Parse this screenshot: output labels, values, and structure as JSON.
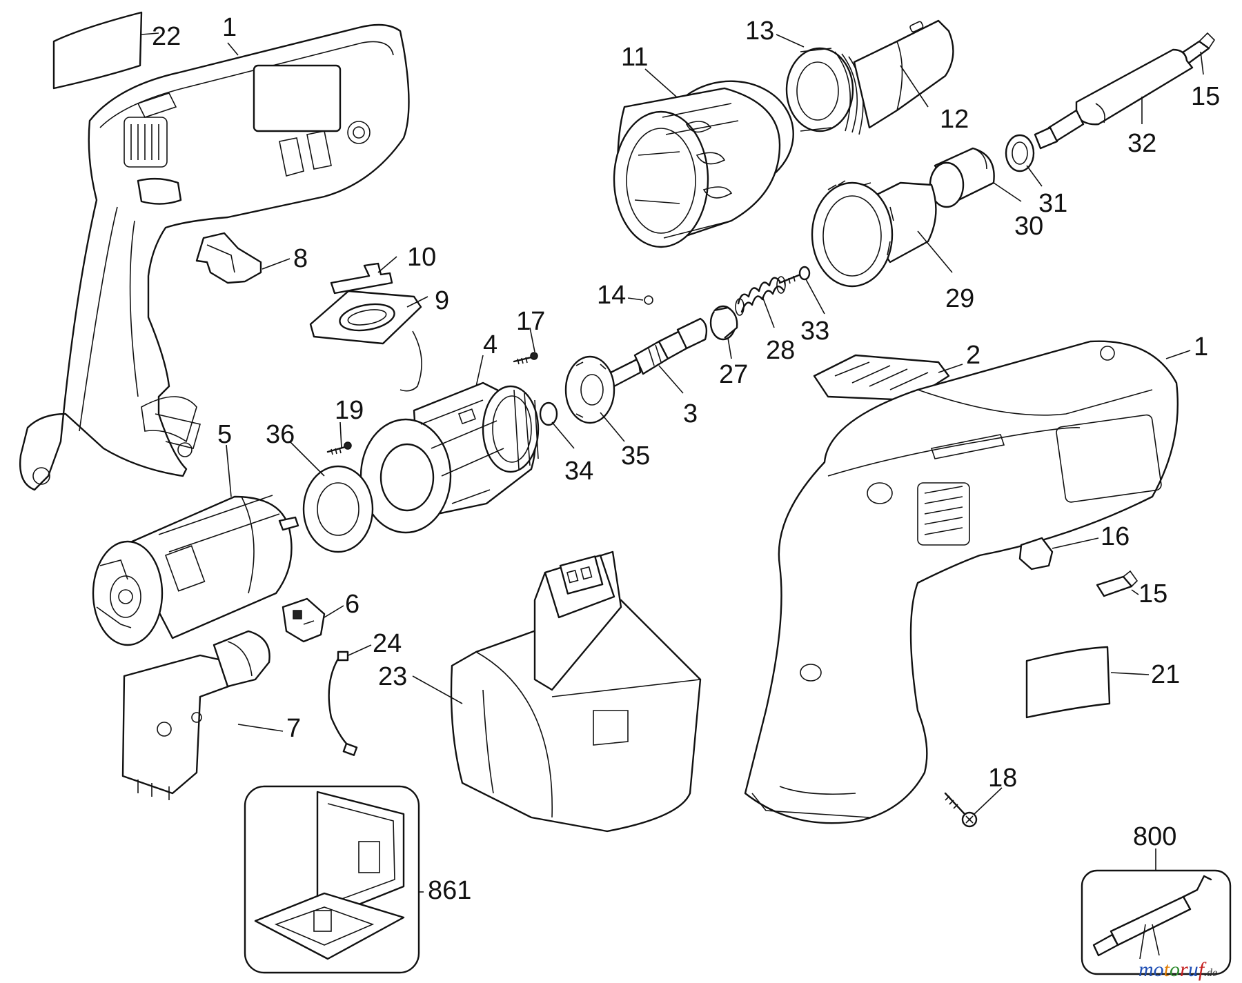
{
  "labels": [
    {
      "id": "22",
      "text": "22"
    },
    {
      "id": "1a",
      "text": "1"
    },
    {
      "id": "13",
      "text": "13"
    },
    {
      "id": "11",
      "text": "11"
    },
    {
      "id": "12",
      "text": "12"
    },
    {
      "id": "15a",
      "text": "15"
    },
    {
      "id": "32",
      "text": "32"
    },
    {
      "id": "31",
      "text": "31"
    },
    {
      "id": "30",
      "text": "30"
    },
    {
      "id": "29",
      "text": "29"
    },
    {
      "id": "8",
      "text": "8"
    },
    {
      "id": "10",
      "text": "10"
    },
    {
      "id": "9",
      "text": "9"
    },
    {
      "id": "14",
      "text": "14"
    },
    {
      "id": "17",
      "text": "17"
    },
    {
      "id": "33",
      "text": "33"
    },
    {
      "id": "28",
      "text": "28"
    },
    {
      "id": "27",
      "text": "27"
    },
    {
      "id": "4",
      "text": "4"
    },
    {
      "id": "3",
      "text": "3"
    },
    {
      "id": "2",
      "text": "2"
    },
    {
      "id": "1b",
      "text": "1"
    },
    {
      "id": "19",
      "text": "19"
    },
    {
      "id": "36",
      "text": "36"
    },
    {
      "id": "5",
      "text": "5"
    },
    {
      "id": "34",
      "text": "34"
    },
    {
      "id": "35",
      "text": "35"
    },
    {
      "id": "16",
      "text": "16"
    },
    {
      "id": "15b",
      "text": "15"
    },
    {
      "id": "6",
      "text": "6"
    },
    {
      "id": "24",
      "text": "24"
    },
    {
      "id": "23",
      "text": "23"
    },
    {
      "id": "7",
      "text": "7"
    },
    {
      "id": "21",
      "text": "21"
    },
    {
      "id": "18",
      "text": "18"
    },
    {
      "id": "861",
      "text": "861"
    },
    {
      "id": "800",
      "text": "800"
    }
  ],
  "watermark": {
    "text": "motoruf",
    "suffix": ".de",
    "letter_colors": [
      "#1f4fb5",
      "#1f4fb5",
      "#e07b00",
      "#2e8b2e",
      "#c41e1e",
      "#1f4fb5",
      "#c41e1e"
    ]
  }
}
